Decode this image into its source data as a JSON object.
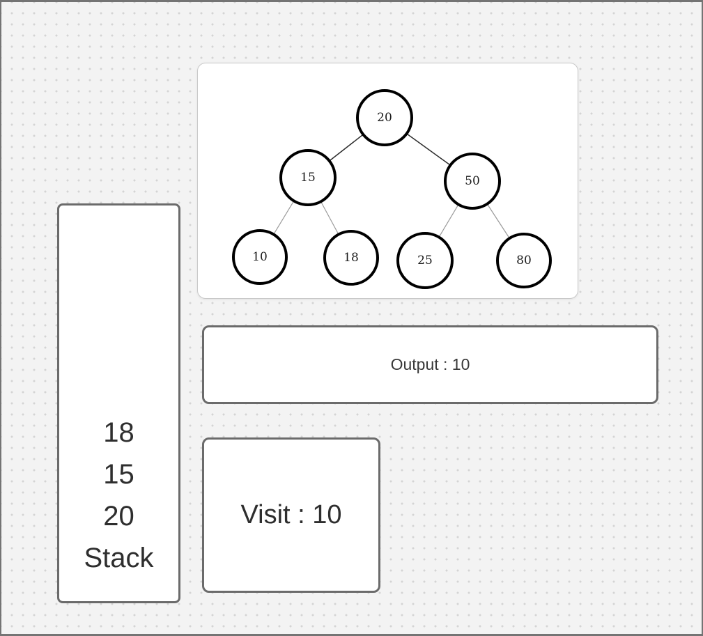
{
  "colors": {
    "canvas_bg": "#f3f3f3",
    "dot": "#d4d4d4",
    "frame": "#747474",
    "tree_panel_border": "#c9c9c9",
    "box_border": "#6b6b6b",
    "text": "#2e2e2e",
    "node_stroke": "#000000",
    "edge_dark": "#2d2d2d",
    "edge_light": "#9a9a9a"
  },
  "tree": {
    "nodes": [
      {
        "value": "20"
      },
      {
        "value": "15"
      },
      {
        "value": "50"
      },
      {
        "value": "10"
      },
      {
        "value": "18"
      },
      {
        "value": "25"
      },
      {
        "value": "80"
      }
    ],
    "edges": [
      [
        "20",
        "15"
      ],
      [
        "20",
        "50"
      ],
      [
        "15",
        "10"
      ],
      [
        "15",
        "18"
      ],
      [
        "50",
        "25"
      ],
      [
        "50",
        "80"
      ]
    ]
  },
  "stack": {
    "items": [
      "18",
      "15",
      "20"
    ],
    "label": "Stack"
  },
  "output": {
    "text": "Output : 10"
  },
  "visit": {
    "text": "Visit : 10"
  }
}
